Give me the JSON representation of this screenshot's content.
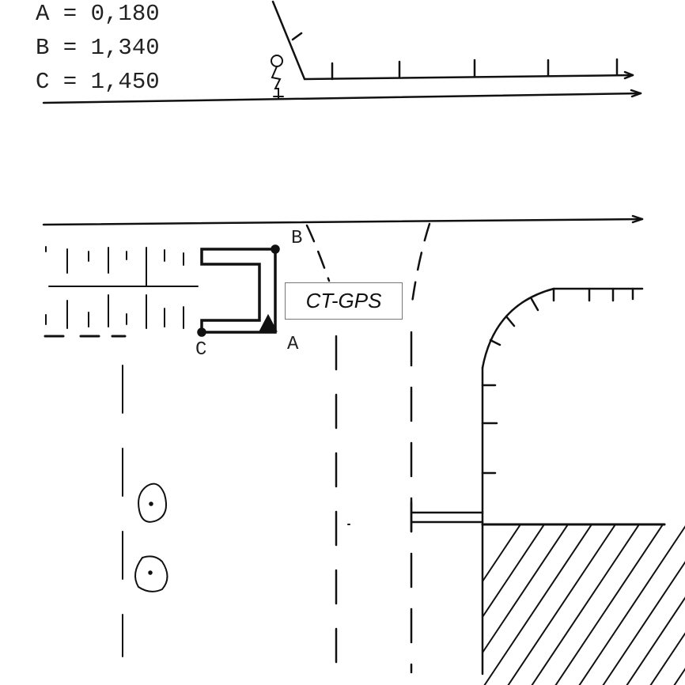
{
  "legend": {
    "lines": [
      "A = 0,180",
      "B = 1,340",
      "C = 1,450"
    ]
  },
  "points": {
    "a": "A",
    "b": "B",
    "c": "C"
  },
  "device_label": "CT-GPS",
  "colors": {
    "ink": "#111111",
    "box_border": "#777777"
  }
}
